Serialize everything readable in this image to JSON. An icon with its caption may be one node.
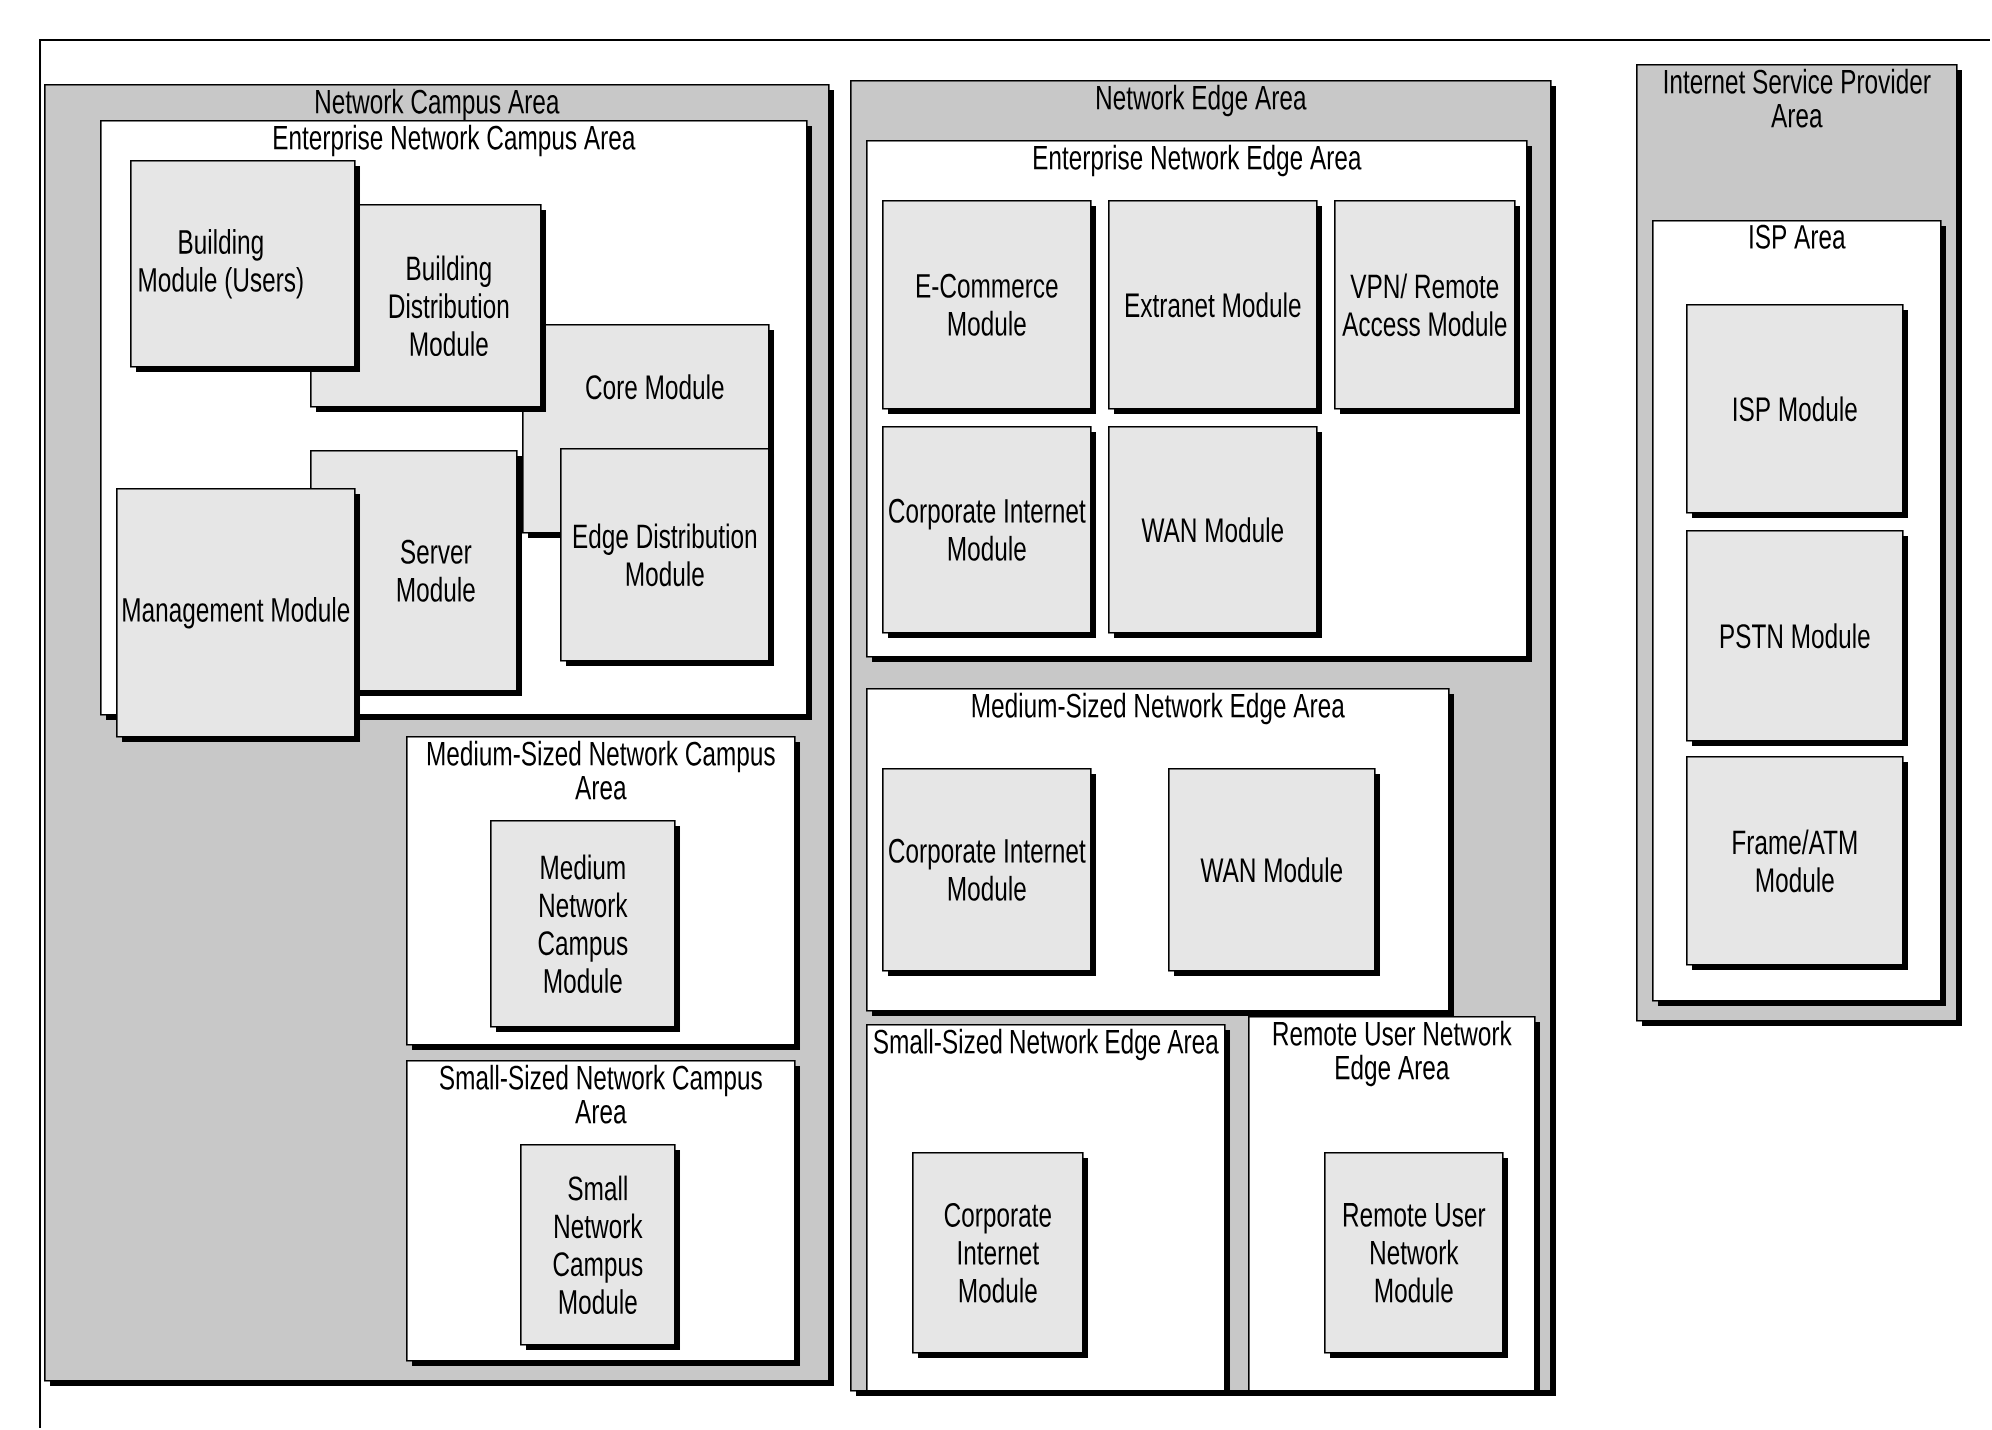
{
  "diagram": {
    "nodes": [
      {
        "text": [
          "Network Campus Area"
        ]
      },
      {
        "text": [
          "Enterprise Network Campus Area"
        ],
        "in": 0
      },
      {
        "text": [
          "Building Module (Users)"
        ],
        "in": 1
      },
      {
        "text": [
          "Building Distribution Module"
        ],
        "in": 1
      },
      {
        "text": [
          "Core Module"
        ],
        "in": 1
      },
      {
        "text": [
          "Server Module"
        ],
        "in": 1
      },
      {
        "text": [
          "Management Module"
        ],
        "in": 1
      },
      {
        "text": [
          "Edge Distribution Module"
        ],
        "in": 1
      },
      {
        "text": [
          "Medium-Sized Network Campus Area"
        ],
        "in": 0
      },
      {
        "text": [
          "Medium Network Campus Module"
        ],
        "in": 8
      },
      {
        "text": [
          "Small-Sized Network Campus Area"
        ],
        "in": 0
      },
      {
        "text": [
          "Small Network Campus Module"
        ],
        "in": 10
      },
      {
        "text": [
          "Network Edge Area"
        ]
      },
      {
        "text": [
          "Enterprise Network Edge Area"
        ],
        "in": 12
      },
      {
        "text": [
          "E-Commerce Module"
        ],
        "in": 13
      },
      {
        "text": [
          "Extranet Module"
        ],
        "in": 13
      },
      {
        "text": [
          "VPN/ Remote Access Module"
        ],
        "in": 13
      },
      {
        "text": [
          "Corporate Internet Module"
        ],
        "in": 13
      },
      {
        "text": [
          "WAN Module"
        ],
        "in": 13
      },
      {
        "text": [
          "Medium-Sized Network Edge Area"
        ],
        "in": 12
      },
      {
        "text": [
          "Corporate Internet Module"
        ],
        "in": 19
      },
      {
        "text": [
          "WAN Module"
        ],
        "in": 19
      },
      {
        "text": [
          "Small-Sized Network Edge Area"
        ],
        "in": 12
      },
      {
        "text": [
          "Corporate Internet Module"
        ],
        "in": 22
      },
      {
        "text": [
          "Remote User Network Edge Area"
        ],
        "in": 12
      },
      {
        "text": [
          "Remote User Network Module"
        ],
        "in": 24
      },
      {
        "text": [
          "Internet Service Provider Area"
        ]
      },
      {
        "text": [
          "ISP Area"
        ],
        "in": 26
      },
      {
        "text": [
          "ISP Module"
        ],
        "in": 27
      },
      {
        "text": [
          "PSTN Module"
        ],
        "in": 27
      },
      {
        "text": [
          "Frame/ATM Module"
        ],
        "in": 27
      }
    ]
  }
}
